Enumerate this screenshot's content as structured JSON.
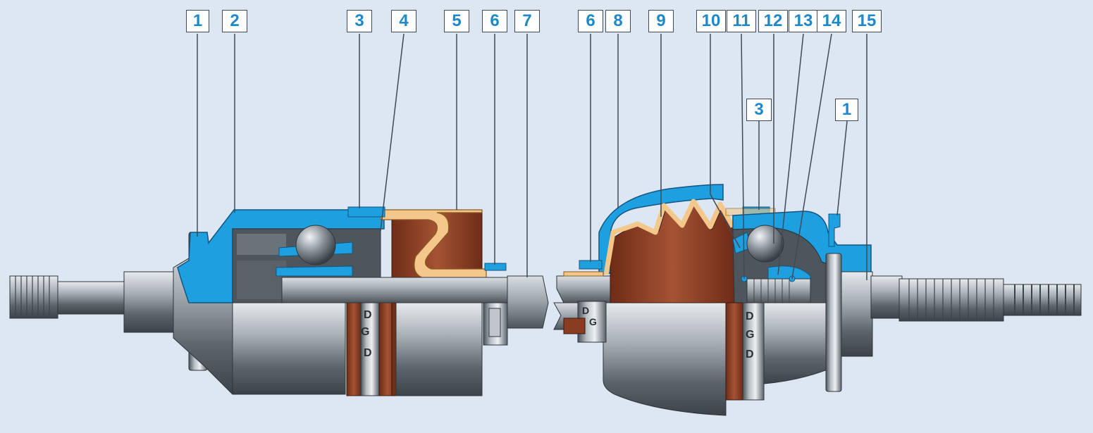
{
  "diagram": {
    "type": "CV joint drive shaft cutaway",
    "colors": {
      "background": "#dce7f3",
      "housing_section": "#1ea0e0",
      "boot_section": "#f3c88a",
      "boot_body": "#8a3c22",
      "steel": "#9aa2a9",
      "leader_line": "#3f4a55",
      "callout_text": "#1e88c8"
    },
    "callouts": [
      {
        "id": "c1a",
        "label": "1"
      },
      {
        "id": "c2",
        "label": "2"
      },
      {
        "id": "c3a",
        "label": "3"
      },
      {
        "id": "c4",
        "label": "4"
      },
      {
        "id": "c5",
        "label": "5"
      },
      {
        "id": "c6a",
        "label": "6"
      },
      {
        "id": "c7",
        "label": "7"
      },
      {
        "id": "c6b",
        "label": "6"
      },
      {
        "id": "c8",
        "label": "8"
      },
      {
        "id": "c9",
        "label": "9"
      },
      {
        "id": "c10",
        "label": "10"
      },
      {
        "id": "c11",
        "label": "11"
      },
      {
        "id": "c12",
        "label": "12"
      },
      {
        "id": "c13",
        "label": "13"
      },
      {
        "id": "c14",
        "label": "14"
      },
      {
        "id": "c15",
        "label": "15"
      },
      {
        "id": "c3b",
        "label": "3"
      },
      {
        "id": "c1b",
        "label": "1"
      }
    ]
  }
}
